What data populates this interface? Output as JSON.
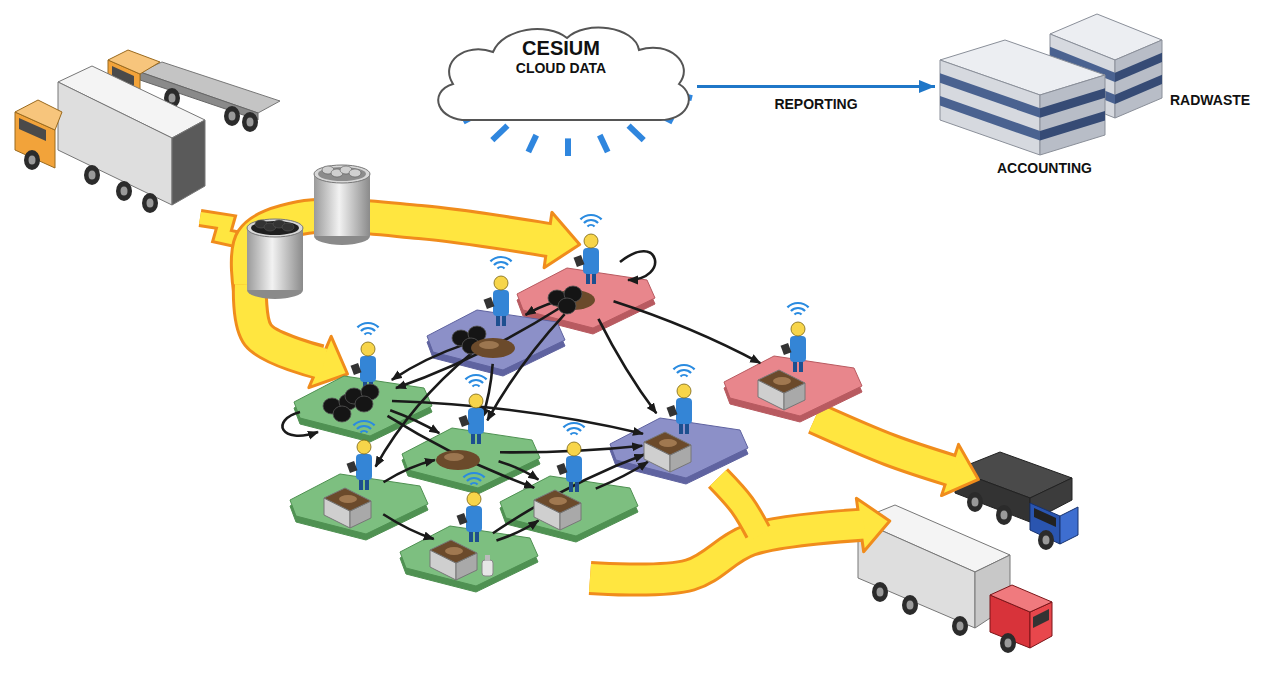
{
  "diagram": {
    "nodes": [
      {
        "text": [
          "CESIUM",
          "CLOUD DATA"
        ]
      },
      {
        "text": [
          "RADWASTE"
        ]
      },
      {
        "text": [
          "ACCOUNTING"
        ]
      }
    ],
    "edges": [
      {
        "from": 0,
        "to": 2,
        "arrow": "to",
        "label": "REPORTING"
      }
    ]
  }
}
